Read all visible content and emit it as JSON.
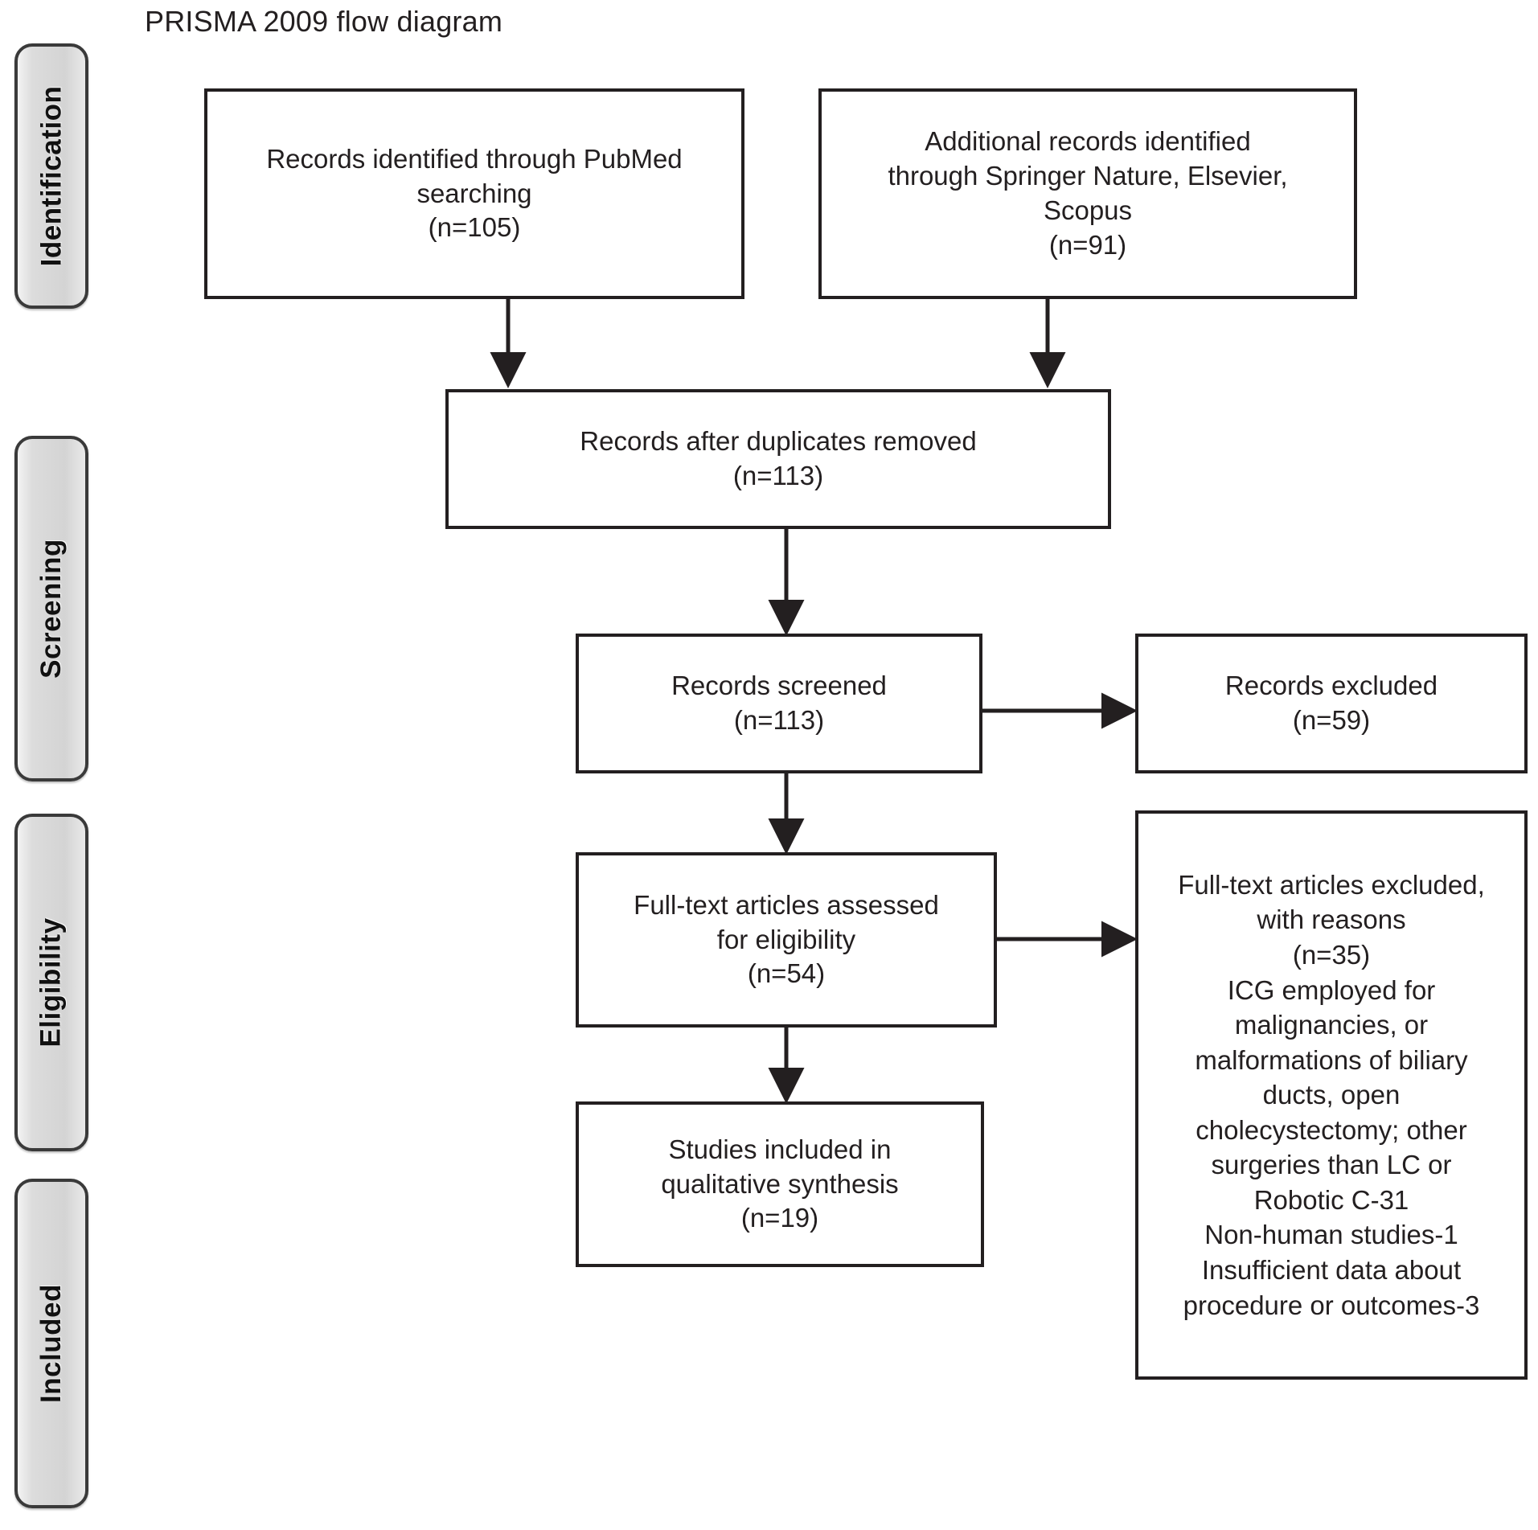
{
  "title": "PRISMA 2009 flow diagram",
  "stages": [
    {
      "label": "Identification"
    },
    {
      "label": "Screening"
    },
    {
      "label": "Eligibility"
    },
    {
      "label": "Included"
    }
  ],
  "boxes": {
    "pubmed": "Records identified through PubMed\nsearching\n(n=105)",
    "additional": "Additional records identified\nthrough Springer Nature, Elsevier,\nScopus\n(n=91)",
    "duplicates_removed": "Records after duplicates removed\n(n=113)",
    "records_screened": "Records screened\n(n=113)",
    "records_excluded": "Records excluded\n(n=59)",
    "fulltext_assessed": "Full-text articles assessed\nfor eligibility\n(n=54)",
    "fulltext_excluded": "Full-text articles excluded,\nwith reasons\n(n=35)\nICG employed for\nmalignancies, or\nmalformations of biliary\nducts, open\ncholecystectomy; other\nsurgeries than LC or\nRobotic C-31\nNon-human studies-1\nInsufficient data about\nprocedure or outcomes-3",
    "studies_included": "Studies included in\nqualitative synthesis\n(n=19)"
  },
  "counts": {
    "pubmed_n": 105,
    "additional_n": 91,
    "after_duplicates_n": 113,
    "screened_n": 113,
    "records_excluded_n": 59,
    "fulltext_assessed_n": 54,
    "fulltext_excluded_n": 35,
    "studies_included_n": 19
  },
  "exclusion_reasons": [
    "ICG employed for malignancies, or malformations of biliary ducts, open cholecystectomy; other surgeries than LC or Robotic C-31",
    "Non-human studies-1",
    "Insufficient data about procedure or outcomes-3"
  ],
  "colors": {
    "box_border": "#231f20",
    "stage_fill": "#d8d8d8",
    "stage_border": "#3a3a3a",
    "text": "#231f20",
    "background": "#ffffff"
  }
}
